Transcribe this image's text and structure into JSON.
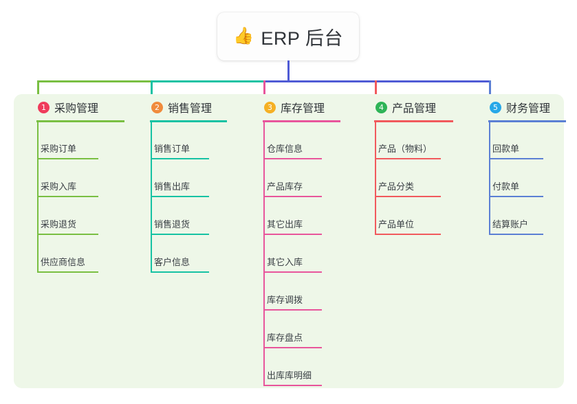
{
  "root": {
    "icon": "thumbs-up-icon",
    "emoji": "👍",
    "title": "ERP 后台"
  },
  "panel": {
    "background_color": "#eef7e8"
  },
  "connector": {
    "trunk_color": "#4f5bd5",
    "segments": [
      {
        "name": "purchase-to-sales",
        "color": "#79bf42"
      },
      {
        "name": "sales-to-inventory",
        "color": "#16c2a3"
      },
      {
        "name": "inventory-to-finance",
        "color": "#4f5bd5"
      }
    ]
  },
  "columns": [
    {
      "number": "1",
      "title": "采购管理",
      "badge_color": "#ef3b5b",
      "line_color": "#79bf42",
      "items": [
        "采购订单",
        "采购入库",
        "采购退货",
        "供应商信息"
      ]
    },
    {
      "number": "2",
      "title": "销售管理",
      "badge_color": "#f08b3c",
      "line_color": "#16c2a3",
      "items": [
        "销售订单",
        "销售出库",
        "销售退货",
        "客户信息"
      ]
    },
    {
      "number": "3",
      "title": "库存管理",
      "badge_color": "#f5b024",
      "line_color": "#e8559b",
      "items": [
        "仓库信息",
        "产品库存",
        "其它出库",
        "其它入库",
        "库存调拨",
        "库存盘点",
        "出库库明细"
      ]
    },
    {
      "number": "4",
      "title": "产品管理",
      "badge_color": "#2eb457",
      "line_color": "#f1595c",
      "items": [
        "产品（物料）",
        "产品分类",
        "产品单位"
      ]
    },
    {
      "number": "5",
      "title": "财务管理",
      "badge_color": "#28a8e8",
      "line_color": "#5b7fd4",
      "items": [
        "回款单",
        "付款单",
        "结算账户"
      ]
    }
  ]
}
